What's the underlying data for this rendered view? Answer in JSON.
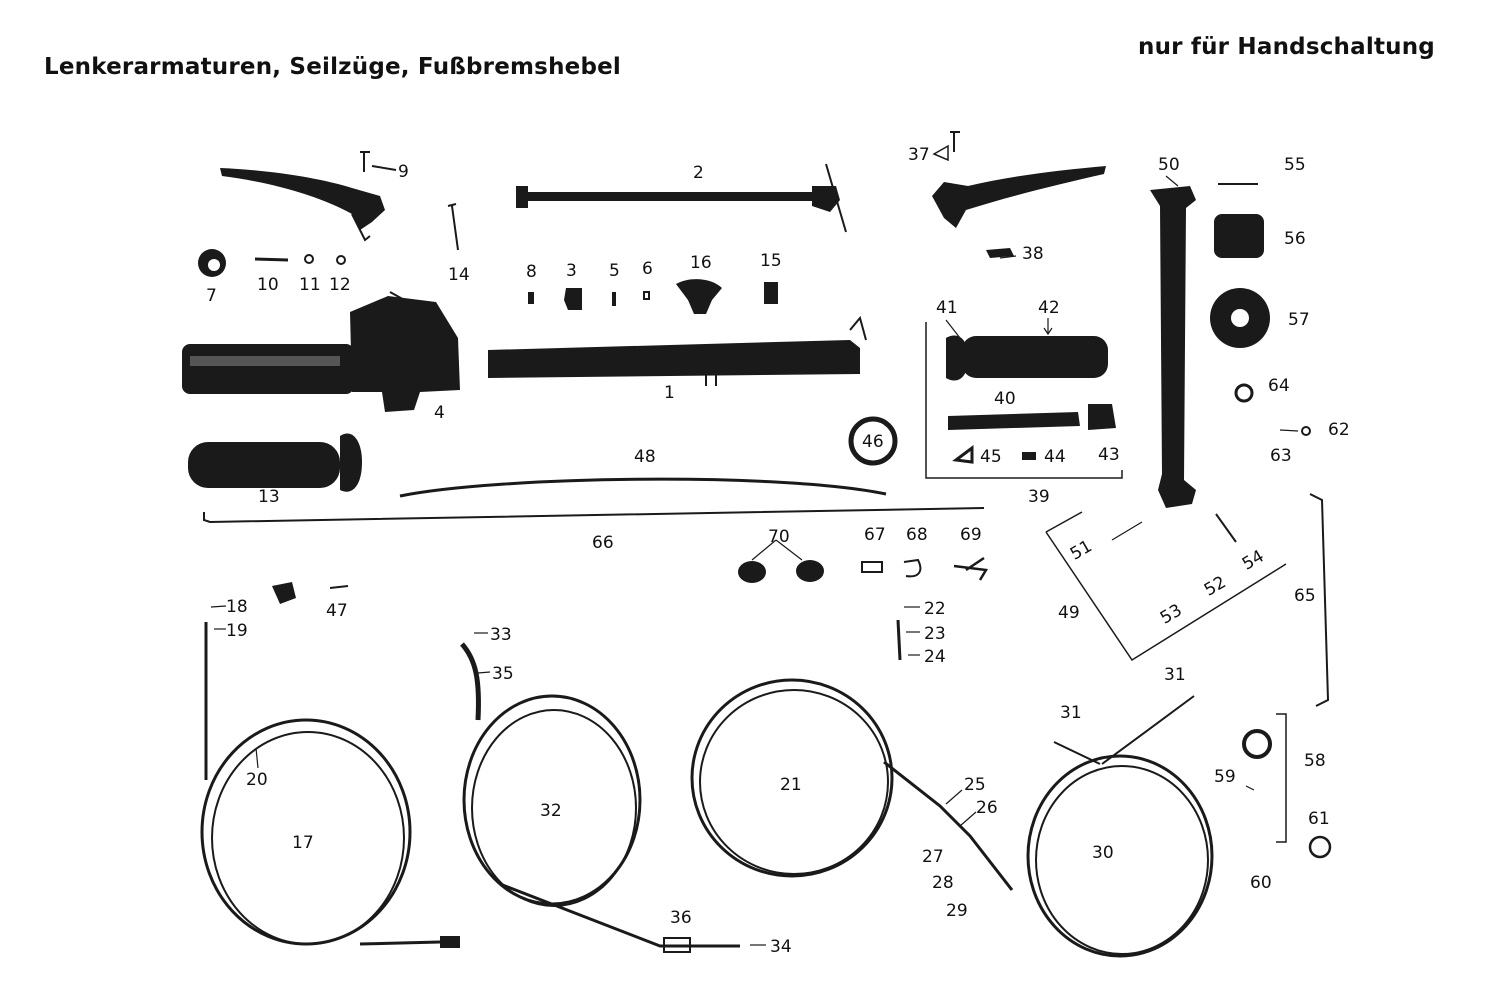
{
  "title": "Lenkerarmaturen, Seilzüge, Fußbremshebel",
  "subtitle": "nur für Handschaltung",
  "labels": {
    "n1": "1",
    "n2": "2",
    "n3": "3",
    "n4": "4",
    "n5": "5",
    "n6": "6",
    "n7": "7",
    "n8": "8",
    "n9": "9",
    "n10": "10",
    "n11": "11",
    "n12": "12",
    "n13": "13",
    "n14": "14",
    "n15": "15",
    "n16": "16",
    "n17": "17",
    "n18": "18",
    "n19": "19",
    "n20": "20",
    "n21": "21",
    "n22": "22",
    "n23": "23",
    "n24": "24",
    "n25": "25",
    "n26": "26",
    "n27": "27",
    "n28": "28",
    "n29": "29",
    "n30": "30",
    "n31a": "31",
    "n31b": "31",
    "n32": "32",
    "n33": "33",
    "n34": "34",
    "n35": "35",
    "n36": "36",
    "n37": "37",
    "n38": "38",
    "n39": "39",
    "n40": "40",
    "n41": "41",
    "n42": "42",
    "n43": "43",
    "n44": "44",
    "n45": "45",
    "n46": "46",
    "n47": "47",
    "n48": "48",
    "n49": "49",
    "n50": "50",
    "n51": "51",
    "n52": "52",
    "n53": "53",
    "n54": "54",
    "n55": "55",
    "n56": "56",
    "n57": "57",
    "n58": "58",
    "n59": "59",
    "n60": "60",
    "n61": "61",
    "n62": "62",
    "n63": "63",
    "n64": "64",
    "n65": "65",
    "n66": "66",
    "n67": "67",
    "n68": "68",
    "n69": "69",
    "n70": "70"
  }
}
